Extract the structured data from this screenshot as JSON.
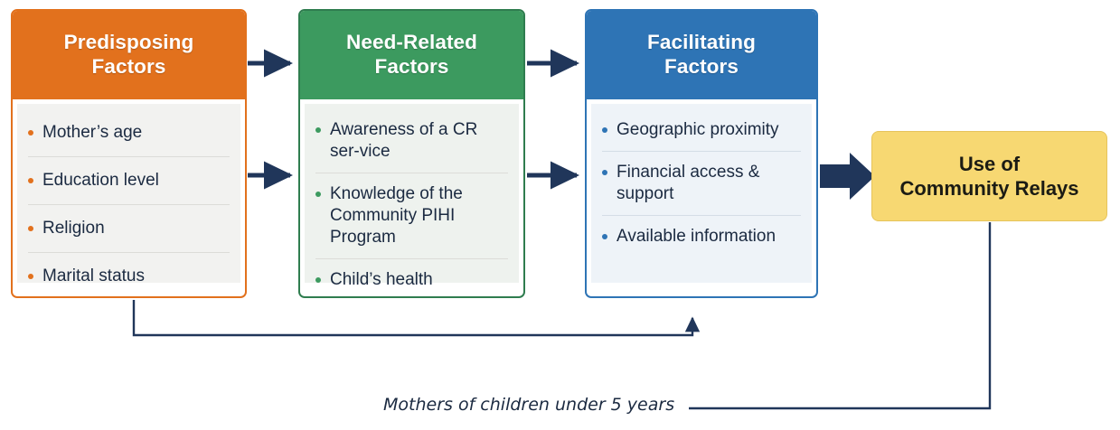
{
  "diagram": {
    "title_text_absent": true,
    "caption": "Mothers of children under 5 years",
    "colors": {
      "predisposing": "#E2711D",
      "need_related": "#3C9A5F",
      "facilitating": "#2E74B5",
      "outcome": "#F7D872",
      "connector": "#20365A",
      "body_text": "#1B2A41"
    },
    "columns": [
      {
        "id": "predisposing",
        "header": "Predisposing\nFactors",
        "header_line1": "Predisposing",
        "header_line2": "Factors",
        "items": [
          "Mother’s age",
          "Education level",
          "Religion",
          "Marital status"
        ]
      },
      {
        "id": "need-related",
        "header": "Need-Related\nFactors",
        "header_line1": "Need-Related",
        "header_line2": "Factors",
        "items": [
          "Awareness of a CR ser-vice",
          "Knowledge of the Community PIHI Program",
          "Child’s health"
        ]
      },
      {
        "id": "facilitating",
        "header": "Facilitating\nFactors",
        "header_line1": "Facilitating",
        "header_line2": "Factors",
        "items": [
          "Geographic proximity",
          "Financial access & support",
          "Available information"
        ]
      }
    ],
    "outcome": {
      "line1": "Use of",
      "line2": "Community Relays"
    },
    "arrows": [
      {
        "name": "predisposing-to-need-top",
        "from": "predisposing",
        "to": "need-related"
      },
      {
        "name": "predisposing-to-need-middle",
        "from": "predisposing",
        "to": "need-related"
      },
      {
        "name": "need-to-facilitating-top",
        "from": "need-related",
        "to": "facilitating"
      },
      {
        "name": "need-to-facilitating-middle",
        "from": "need-related",
        "to": "facilitating"
      },
      {
        "name": "facilitating-to-outcome",
        "from": "facilitating",
        "to": "outcome"
      },
      {
        "name": "predisposing-to-facilitating-feedback",
        "from": "predisposing",
        "to": "facilitating"
      },
      {
        "name": "outcome-to-caption-line",
        "from": "outcome",
        "to": "caption"
      }
    ]
  }
}
